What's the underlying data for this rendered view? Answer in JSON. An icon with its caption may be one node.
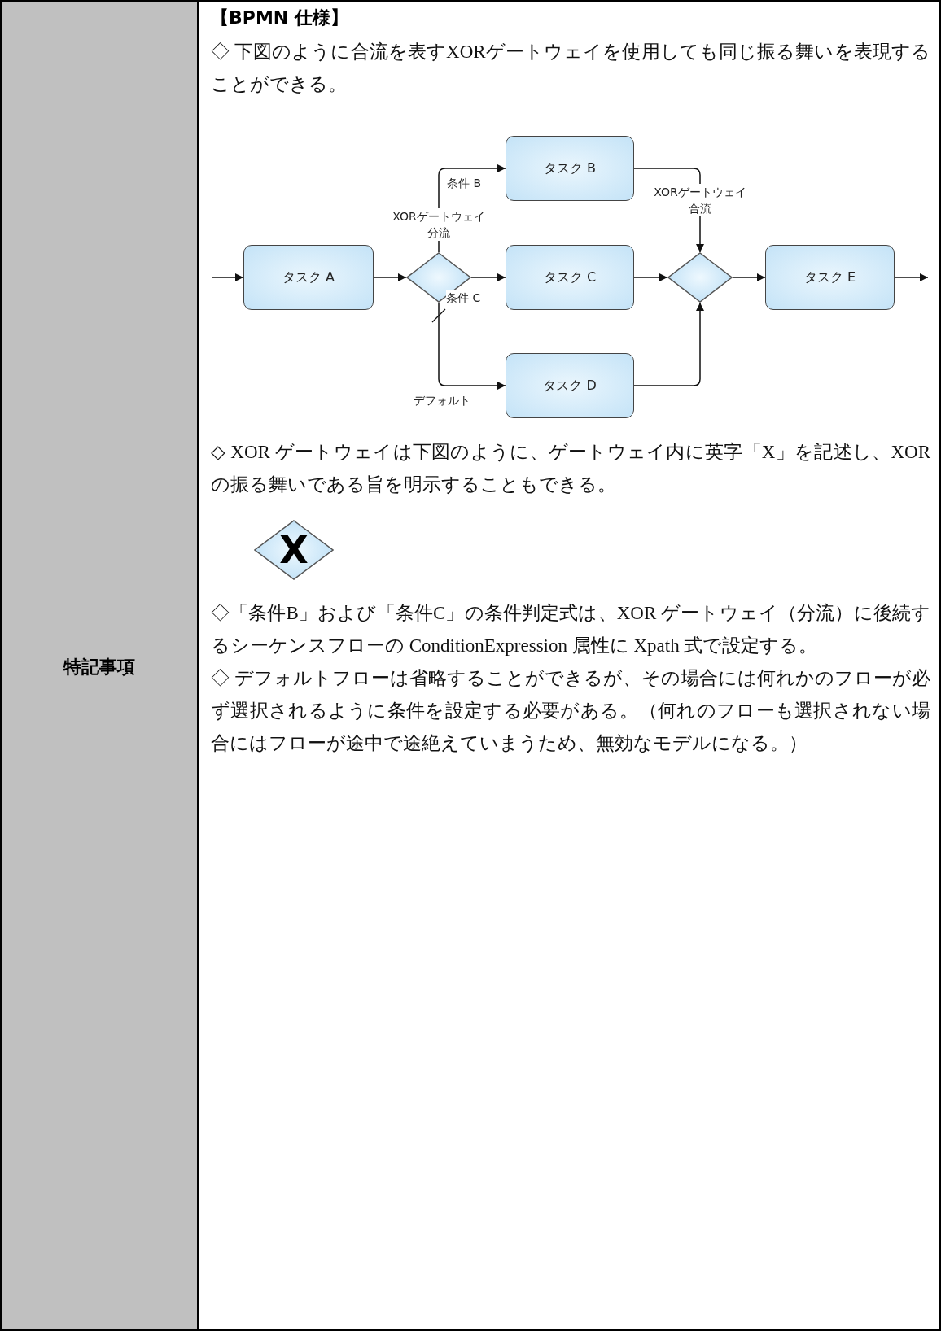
{
  "diagram": {
    "nodes": [
      {
        "text": [
          "タスク A"
        ]
      },
      {
        "text": [],
        "shape": "diamond"
      },
      {
        "text": [
          "タスク B"
        ]
      },
      {
        "text": [
          "タスク C"
        ]
      },
      {
        "text": [
          "タスク D"
        ]
      },
      {
        "text": [],
        "shape": "diamond"
      },
      {
        "text": [
          "タスク E"
        ]
      },
      {
        "text": [
          "X"
        ]
      }
    ],
    "edges": [
      {
        "from": null,
        "to": 0,
        "arrow": "to"
      },
      {
        "from": 0,
        "to": 1,
        "arrow": "to"
      },
      {
        "from": 1,
        "to": 2,
        "arrow": "to",
        "label": "条件 B"
      },
      {
        "from": 1,
        "to": 3,
        "arrow": "to",
        "label": "条件 C"
      },
      {
        "from": 1,
        "to": 4,
        "arrow": "to",
        "label": "デフォルト"
      },
      {
        "from": 2,
        "to": 5,
        "arrow": "to"
      },
      {
        "from": 3,
        "to": 5,
        "arrow": "to"
      },
      {
        "from": 4,
        "to": 5,
        "arrow": "to"
      },
      {
        "from": 5,
        "to": 6,
        "arrow": "to"
      },
      {
        "from": 6,
        "to": null,
        "arrow": "to"
      }
    ],
    "labels": [
      "特記事項",
      "【BPMN 仕様】",
      "◇ 下図のように合流を表すXORゲートウェイを使用しても同じ振る舞いを表現することができる。",
      "XORゲートウェイ合流",
      "XORゲートウェイ分流",
      "◇ XOR ゲートウェイは下図のように、ゲートウェイ内に英字「X」を記述し、XOR の振る舞いである旨を明示することもできる。",
      "◇「条件B」および「条件C」の条件判定式は、XOR ゲートウェイ（分流）に後続するシーケンスフローの ConditionExpression 属性に Xpath 式で設定する。",
      "◇ デフォルトフローは省略することができるが、その場合には何れかのフローが必ず選択されるように条件を設定する必要がある。（何れのフローも選択されない場合にはフローが途中で途絶えていまうため、無効なモデルになる。）"
    ]
  }
}
